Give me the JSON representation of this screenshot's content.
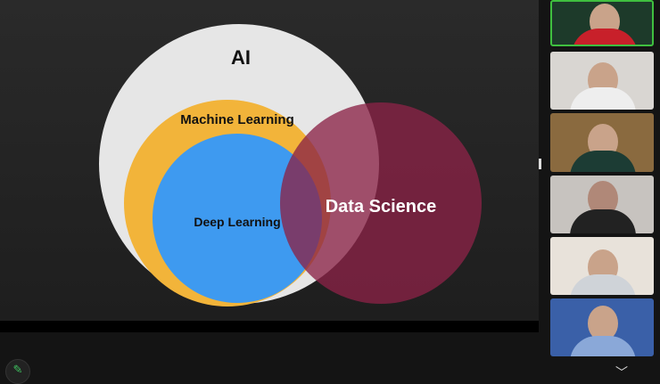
{
  "slide": {
    "labels": {
      "ai": "AI",
      "ml": "Machine Learning",
      "dl": "Deep Learning",
      "ds": "Data Science"
    },
    "colors": {
      "ai": "#e6e6e6",
      "ml": "#f2b43a",
      "dl": "#3e9af0",
      "ds": "#8a2246"
    }
  },
  "participants": [
    {
      "name": "participant-1",
      "active": true
    },
    {
      "name": "participant-2"
    },
    {
      "name": "participant-3"
    },
    {
      "name": "participant-4"
    },
    {
      "name": "participant-5"
    },
    {
      "name": "participant-6"
    }
  ],
  "icons": {
    "annotate": "pencil-icon",
    "scroll": "chevron-down-icon"
  }
}
